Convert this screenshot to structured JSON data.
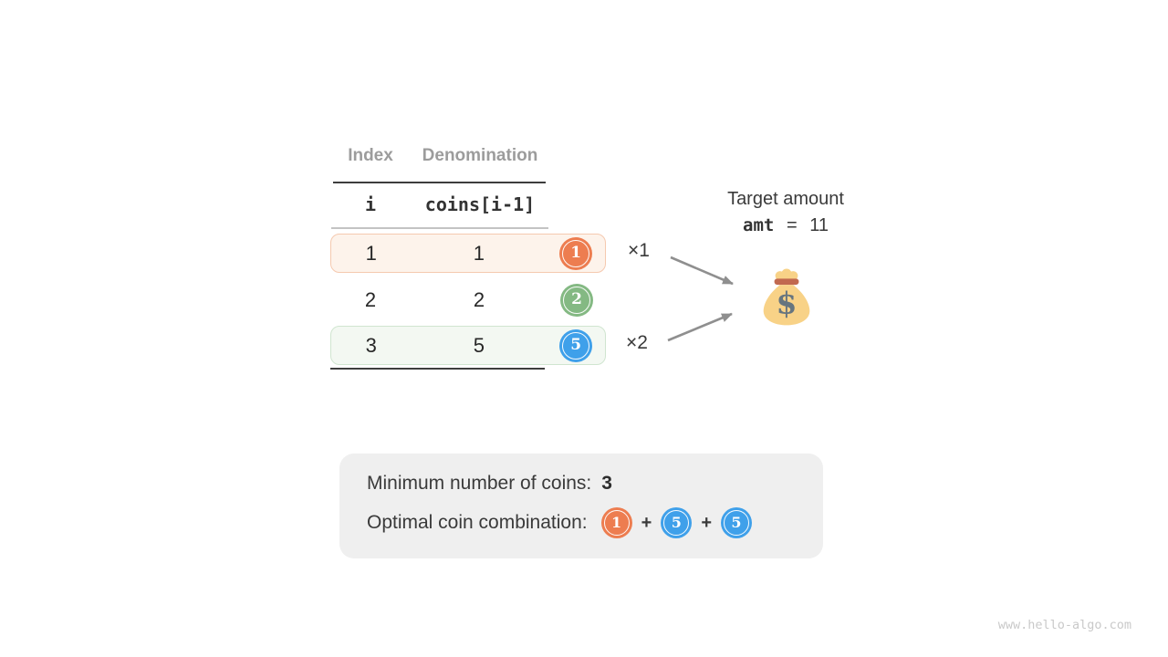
{
  "table": {
    "header": {
      "index_label": "Index",
      "denomination_label": "Denomination"
    },
    "code_header": {
      "index": "i",
      "denomination": "coins[i-1]"
    },
    "rows": [
      {
        "index": "1",
        "denomination": "1",
        "coin_digit": "1",
        "coin_color": "#ed7d50",
        "highlight": "orange"
      },
      {
        "index": "2",
        "denomination": "2",
        "coin_digit": "2",
        "coin_color": "#84b983",
        "highlight": "none"
      },
      {
        "index": "3",
        "denomination": "5",
        "coin_digit": "5",
        "coin_color": "#3fa0ea",
        "highlight": "green"
      }
    ]
  },
  "multipliers": {
    "row1_label": "×1",
    "row3_label": "×2"
  },
  "target": {
    "title": "Target amount",
    "var_name": "amt",
    "equals": "=",
    "value": "11"
  },
  "summary": {
    "min_label": "Minimum number of coins:",
    "min_value": "3",
    "combo_label": "Optimal coin combination:",
    "plus_sign": "+",
    "combo_coins": [
      {
        "digit": "1",
        "color": "#ed7d50"
      },
      {
        "digit": "5",
        "color": "#3fa0ea"
      },
      {
        "digit": "5",
        "color": "#3fa0ea"
      }
    ]
  },
  "watermark": {
    "text": "www.hello-algo.com"
  },
  "colors": {
    "arrow": "#8f8f8f",
    "line_dark": "#3d3d3d",
    "line_light": "#c3c3c3",
    "row_orange_bg": "#fdf3eb",
    "row_orange_border": "#f5c9af",
    "row_green_bg": "#f3f8f2",
    "row_green_border": "#d0e5d0",
    "summary_bg": "#efefef",
    "bag_body": "#f8d287",
    "bag_band": "#c1694f",
    "bag_dollar": "#66757f"
  }
}
